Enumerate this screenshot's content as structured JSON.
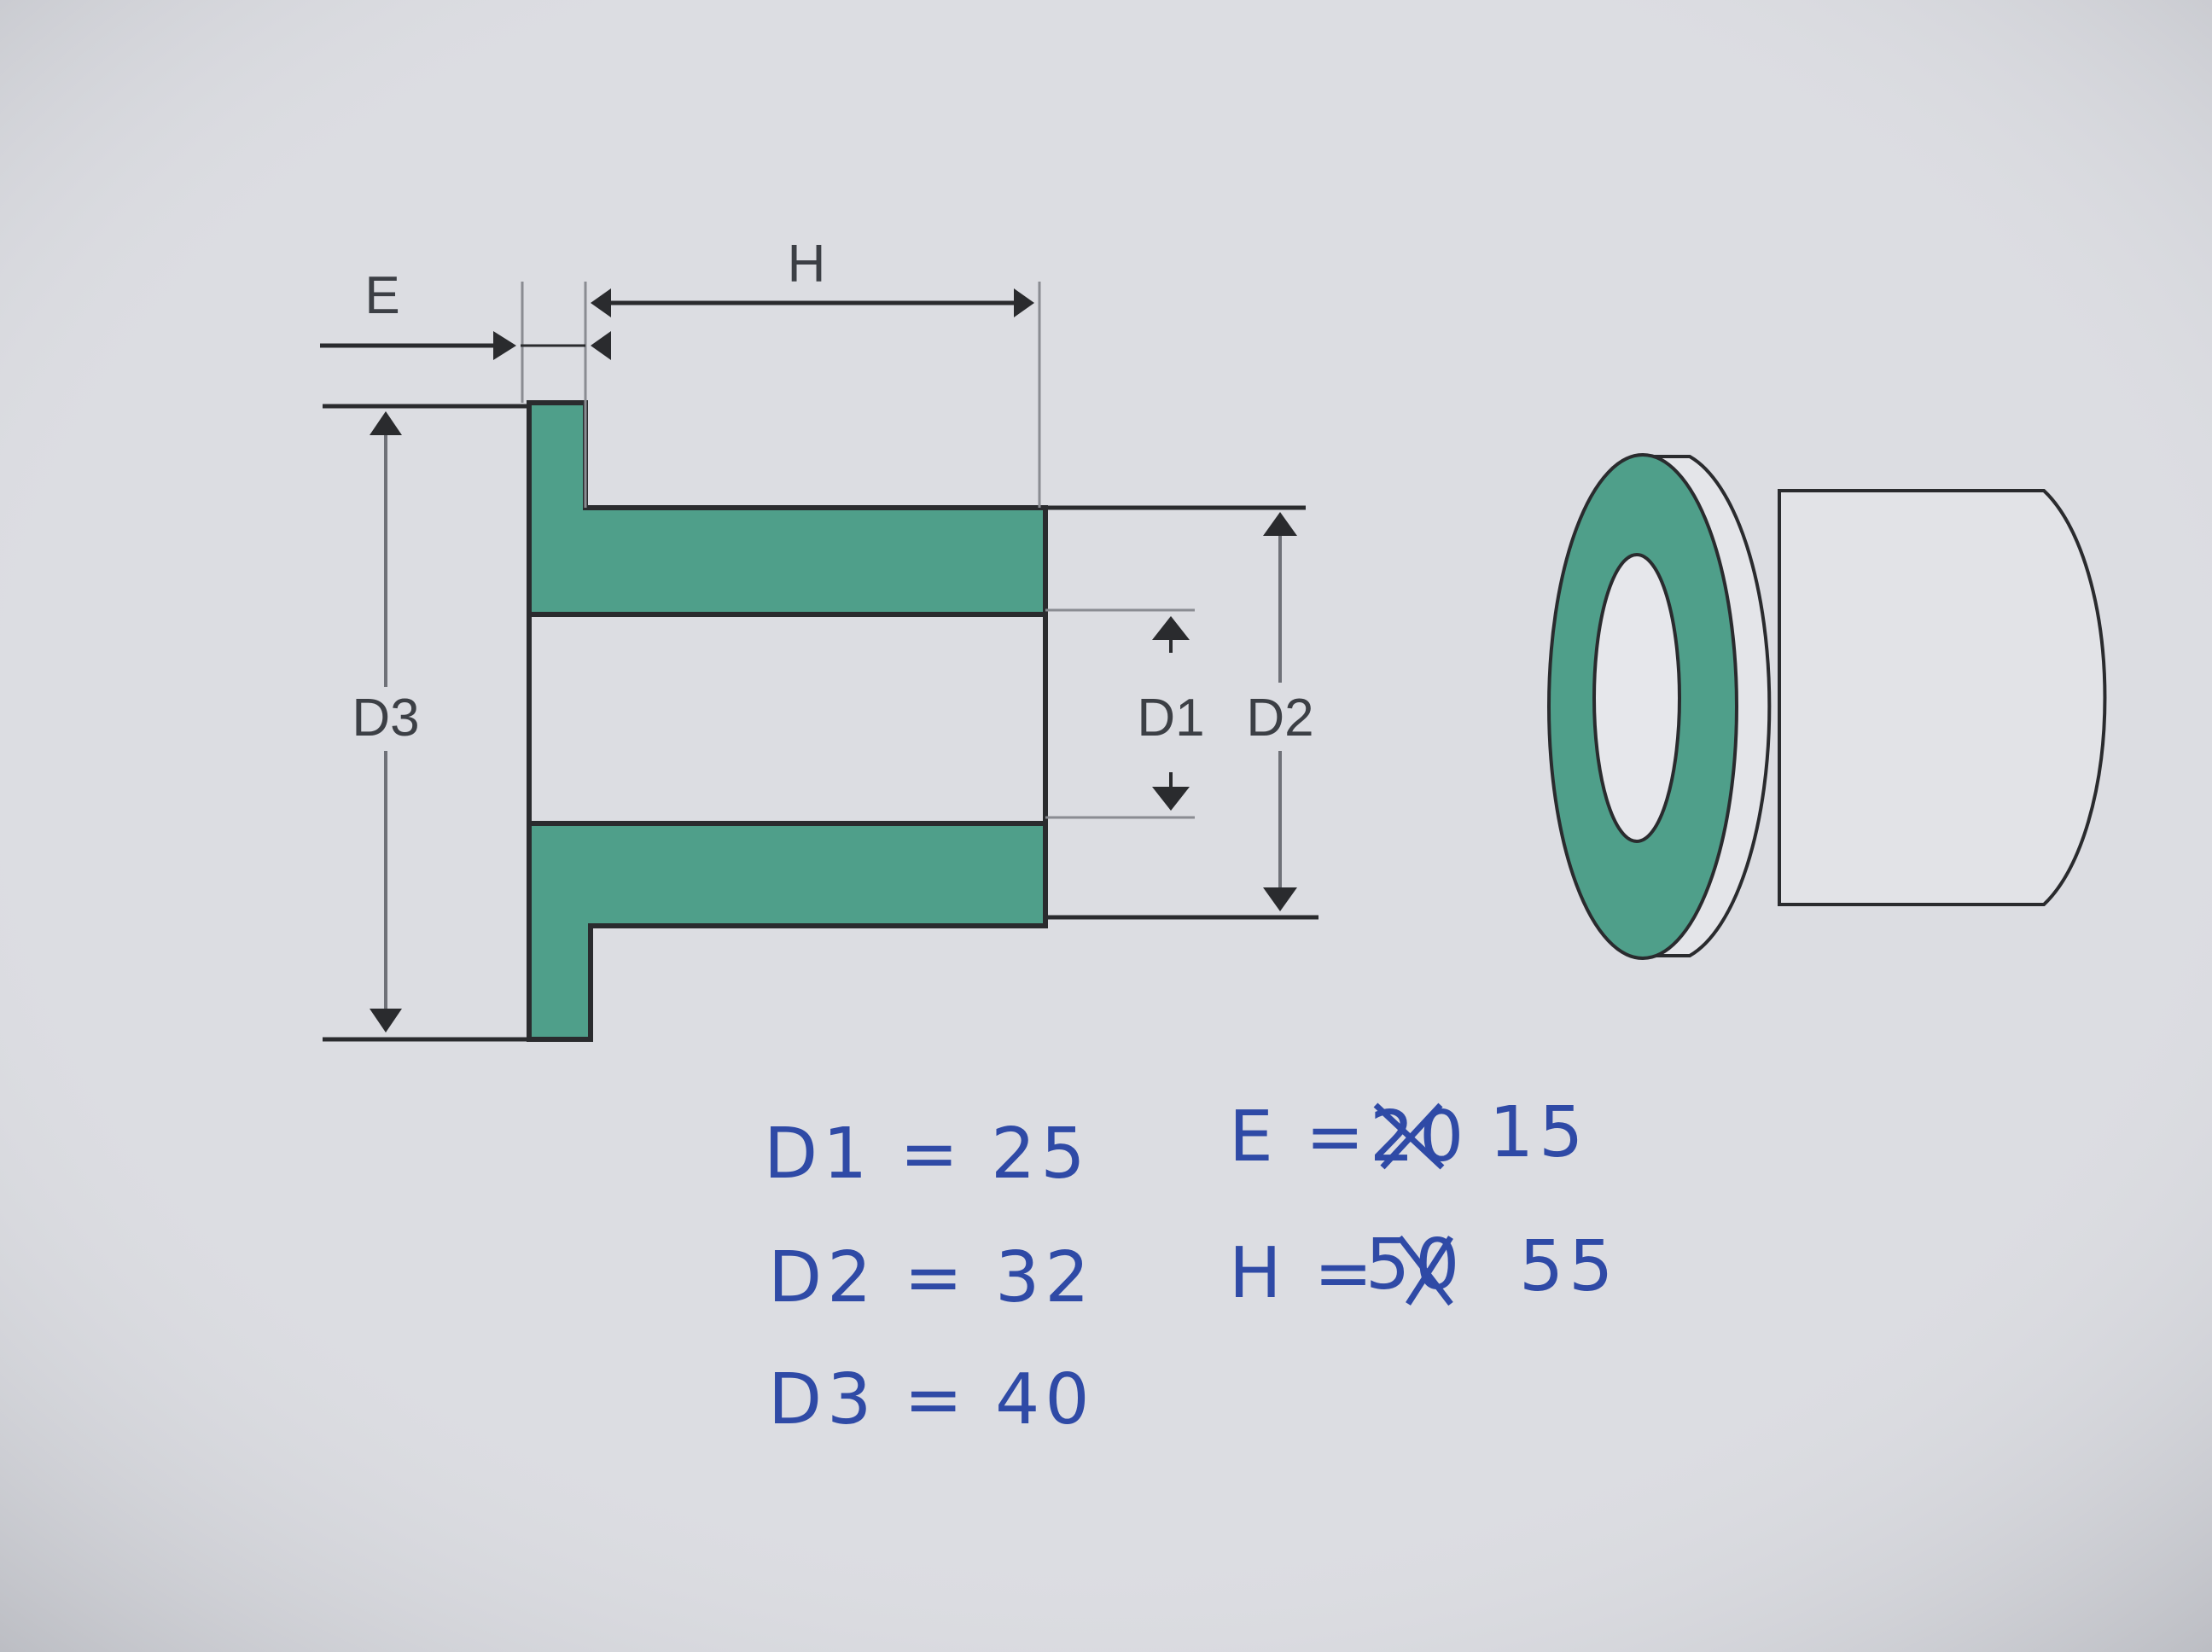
{
  "colors": {
    "paper": "#dcdde2",
    "section_fill": "#4f9f8a",
    "line": "#2a2b2e",
    "ink": "#2f4aa6"
  },
  "dimensions": {
    "E": "E",
    "H": "H",
    "D1": "D1",
    "D2": "D2",
    "D3": "D3"
  },
  "notes": {
    "d1": "D1 = 25",
    "d2": "D2 = 32",
    "d3": "D3 = 40",
    "e_lhs": "E =",
    "e_struck": "20",
    "e_value": "15",
    "h_lhs": "H =",
    "h_struck": "50",
    "h_value": "55"
  }
}
